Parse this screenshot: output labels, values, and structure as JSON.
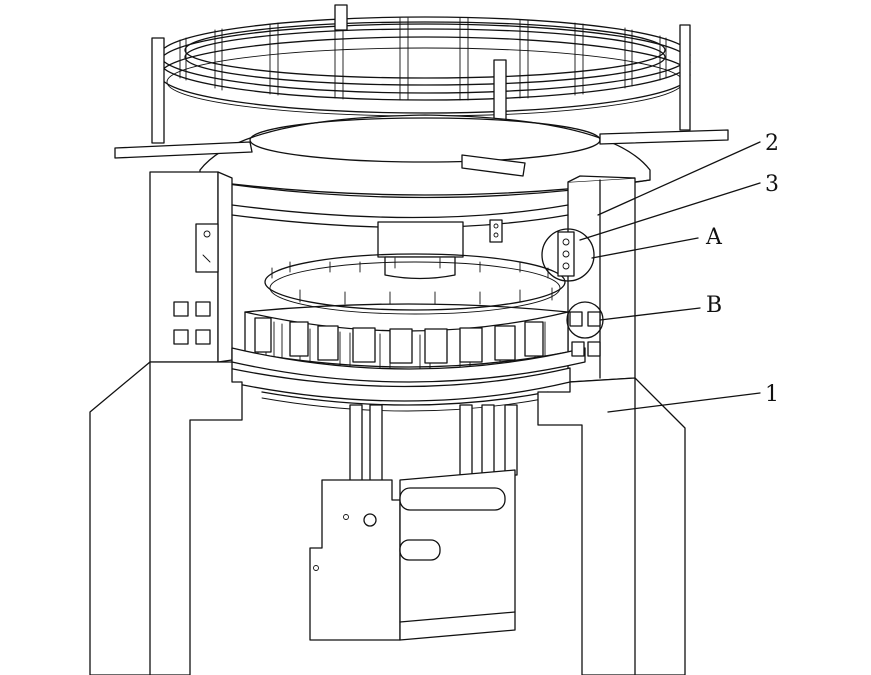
{
  "figure": {
    "labels": {
      "part_2": "2",
      "part_3": "3",
      "detail_a": "A",
      "detail_b": "B",
      "part_1": "1"
    }
  }
}
